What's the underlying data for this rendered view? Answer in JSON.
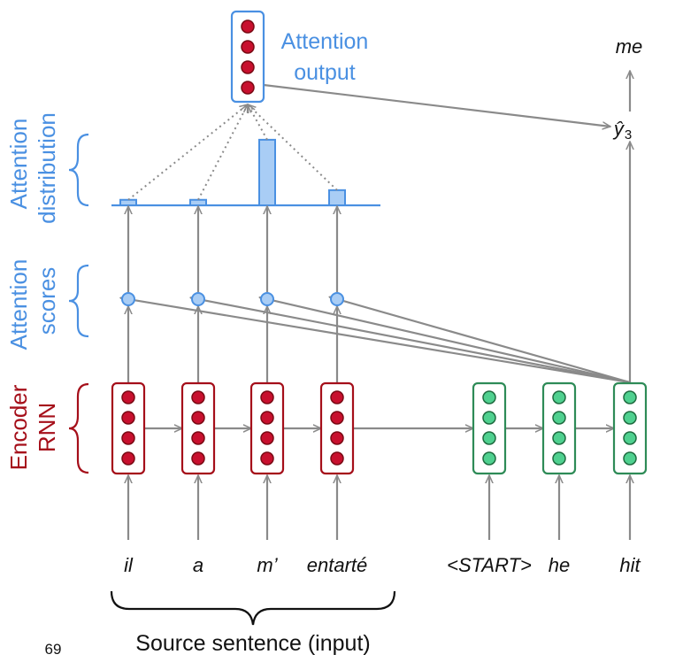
{
  "colors": {
    "encoder": "#a50f1a",
    "encoder_fill": "#c8102e",
    "decoder": "#2e8b57",
    "decoder_fill": "#4fd08f",
    "attention": "#4a90e2",
    "attention_fill": "#a9cdf5",
    "arrow": "#8a8a8a"
  },
  "labels": {
    "attention_output": [
      "Attention",
      "output"
    ],
    "attention_distribution": [
      "Attention",
      "distribution"
    ],
    "attention_scores": [
      "Attention",
      "scores"
    ],
    "encoder_rnn": [
      "Encoder",
      "RNN"
    ],
    "source_sentence": "Source sentence (input)",
    "slide_number": "69",
    "y_hat": "ŷ",
    "y_hat_sub": "3",
    "output_word": "me"
  },
  "encoder": {
    "words": [
      "il",
      "a",
      "m’",
      "entarté"
    ]
  },
  "decoder": {
    "words": [
      "<START>",
      "he",
      "hit"
    ]
  },
  "attention_distribution": [
    0.08,
    0.08,
    0.95,
    0.22
  ],
  "icons": {
    "brace": "curly-brace-icon",
    "arrow": "arrow-icon",
    "neuron": "neuron-icon"
  }
}
